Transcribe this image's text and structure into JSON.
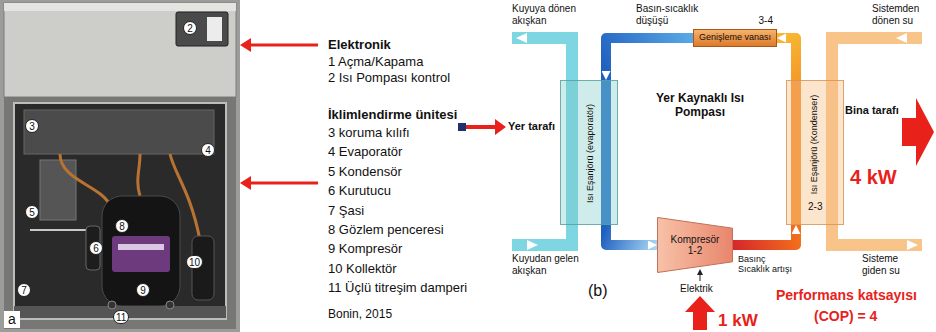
{
  "diagram": {
    "nodes": [
      {
        "text": [
          "3-4",
          "Genişleme vanası"
        ]
      },
      {
        "text": [
          "Isı Eşanjörü (evaporatör)"
        ]
      },
      {
        "text": [
          "Isı Eşanjörü (Kondenser)",
          "2-3"
        ]
      },
      {
        "text": [
          "Kompresör",
          "1-2"
        ]
      }
    ],
    "edges": [
      {
        "from": 3,
        "to": 2,
        "arrow": "to"
      },
      {
        "from": 2,
        "to": 0,
        "arrow": "to"
      },
      {
        "from": 0,
        "to": 1,
        "arrow": "to"
      },
      {
        "from": 1,
        "to": 3,
        "arrow": "to"
      }
    ],
    "labels": [
      "2",
      "3",
      "4",
      "5",
      "6",
      "7",
      "8",
      "9",
      "10",
      "11",
      "a",
      "Elektronik",
      "1 Açma/Kapama",
      "2 Isı Pompası kontrol",
      "İklimlendirme ünitesi",
      "3 koruma kılıfı",
      "4 Evaporatör",
      "5 Kondensör",
      "6 Kurutucu",
      "7 Şasi",
      "8 Gözlem penceresi",
      "9 Kompresör",
      "10 Kollektör",
      "11 Üçlü titreşim damperi",
      "Bonin, 2015",
      "Kuyuya dönen akışkan",
      "Basın-sıcaklık düşüşü",
      "Sistemden dönen su",
      "Yer tarafı",
      "Yer Kaynaklı Isı Pompası",
      "Bina tarafı",
      "4 kW",
      "Kuyudan gelen akışkan",
      "Basınç Sıcaklık artışı",
      "Sisteme giden su",
      "(b)",
      "Elektrik",
      "1 kW",
      "Performans katsayısı",
      "(COP) = 4"
    ]
  }
}
